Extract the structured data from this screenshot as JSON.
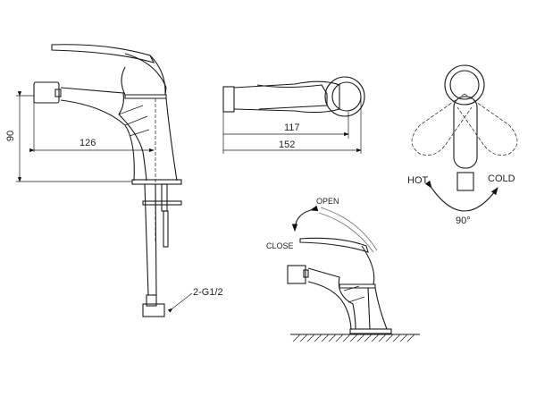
{
  "side_view": {
    "height_dim": "90",
    "reach_dim": "126",
    "connection_label": "2-G1/2"
  },
  "top_view": {
    "inner_length_dim": "117",
    "overall_length_dim": "152"
  },
  "plan_view": {
    "hot_label": "HOT",
    "cold_label": "COLD",
    "rotation_label": "90°"
  },
  "operation_view": {
    "open_label": "OPEN",
    "close_label": "CLOSE"
  }
}
